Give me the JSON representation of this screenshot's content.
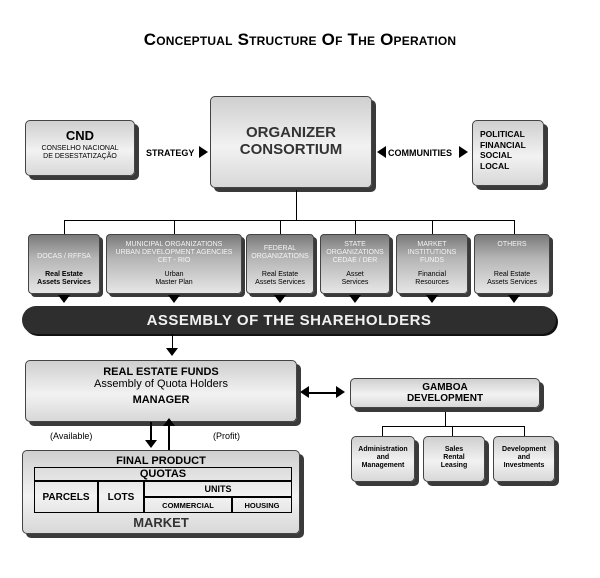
{
  "title": "Conceptual Structure Of The Operation",
  "top": {
    "cnd": {
      "name": "CND",
      "desc_line1": "CONSELHO NACIONAL",
      "desc_line2": "DE DESESTATIZAÇÃO"
    },
    "strategy_label": "STRATEGY",
    "organizer_line1": "ORGANIZER",
    "organizer_line2": "CONSORTIUM",
    "communities_label": "COMMUNITIES",
    "communities_items": [
      "POLITICAL",
      "FINANCIAL",
      "SOCIAL",
      "LOCAL"
    ]
  },
  "members": [
    {
      "name_line1": "DOCAS / RFFSA",
      "name_line2": "",
      "name_line3": "",
      "role_line1": "Real Estate",
      "role_line2": "Assets Services"
    },
    {
      "name_line1": "MUNICIPAL ORGANIZATIONS",
      "name_line2": "URBAN DEVELOPMENT AGENCIES",
      "name_line3": "CET - RIO",
      "role_line1": "Urban",
      "role_line2": "Master Plan"
    },
    {
      "name_line1": "FEDERAL",
      "name_line2": "ORGANIZATIONS",
      "name_line3": "",
      "role_line1": "Real Estate",
      "role_line2": "Assets Services"
    },
    {
      "name_line1": "STATE",
      "name_line2": "ORGANIZATIONS",
      "name_line3": "CEDAE / DER",
      "role_line1": "Asset",
      "role_line2": "Services"
    },
    {
      "name_line1": "MARKET",
      "name_line2": "INSTITUTIONS",
      "name_line3": "FUNDS",
      "role_line1": "Financial",
      "role_line2": "Resources"
    },
    {
      "name_line1": "OTHERS",
      "name_line2": "",
      "name_line3": "",
      "role_line1": "Real Estate",
      "role_line2": "Assets Services"
    }
  ],
  "assembly": "ASSEMBLY OF THE SHAREHOLDERS",
  "funds": {
    "title": "REAL ESTATE FUNDS",
    "subtitle": "Assembly of Quota Holders",
    "manager": "MANAGER"
  },
  "available_label": "(Available)",
  "profit_label": "(Profit)",
  "gamboa": {
    "line1": "GAMBOA",
    "line2": "DEVELOPMENT",
    "subs": [
      {
        "line1": "Administration",
        "line2": "and",
        "line3": "Management"
      },
      {
        "line1": "Sales",
        "line2": "Rental",
        "line3": "Leasing"
      },
      {
        "line1": "Development",
        "line2": "and",
        "line3": "Investments"
      }
    ]
  },
  "final_product": {
    "title": "FINAL PRODUCT",
    "quotas": "QUOTAS",
    "parcels": "PARCELS",
    "lots": "LOTS",
    "units": "UNITS",
    "commercial": "COMMERCIAL",
    "housing": "HOUSING",
    "market": "MARKET"
  }
}
